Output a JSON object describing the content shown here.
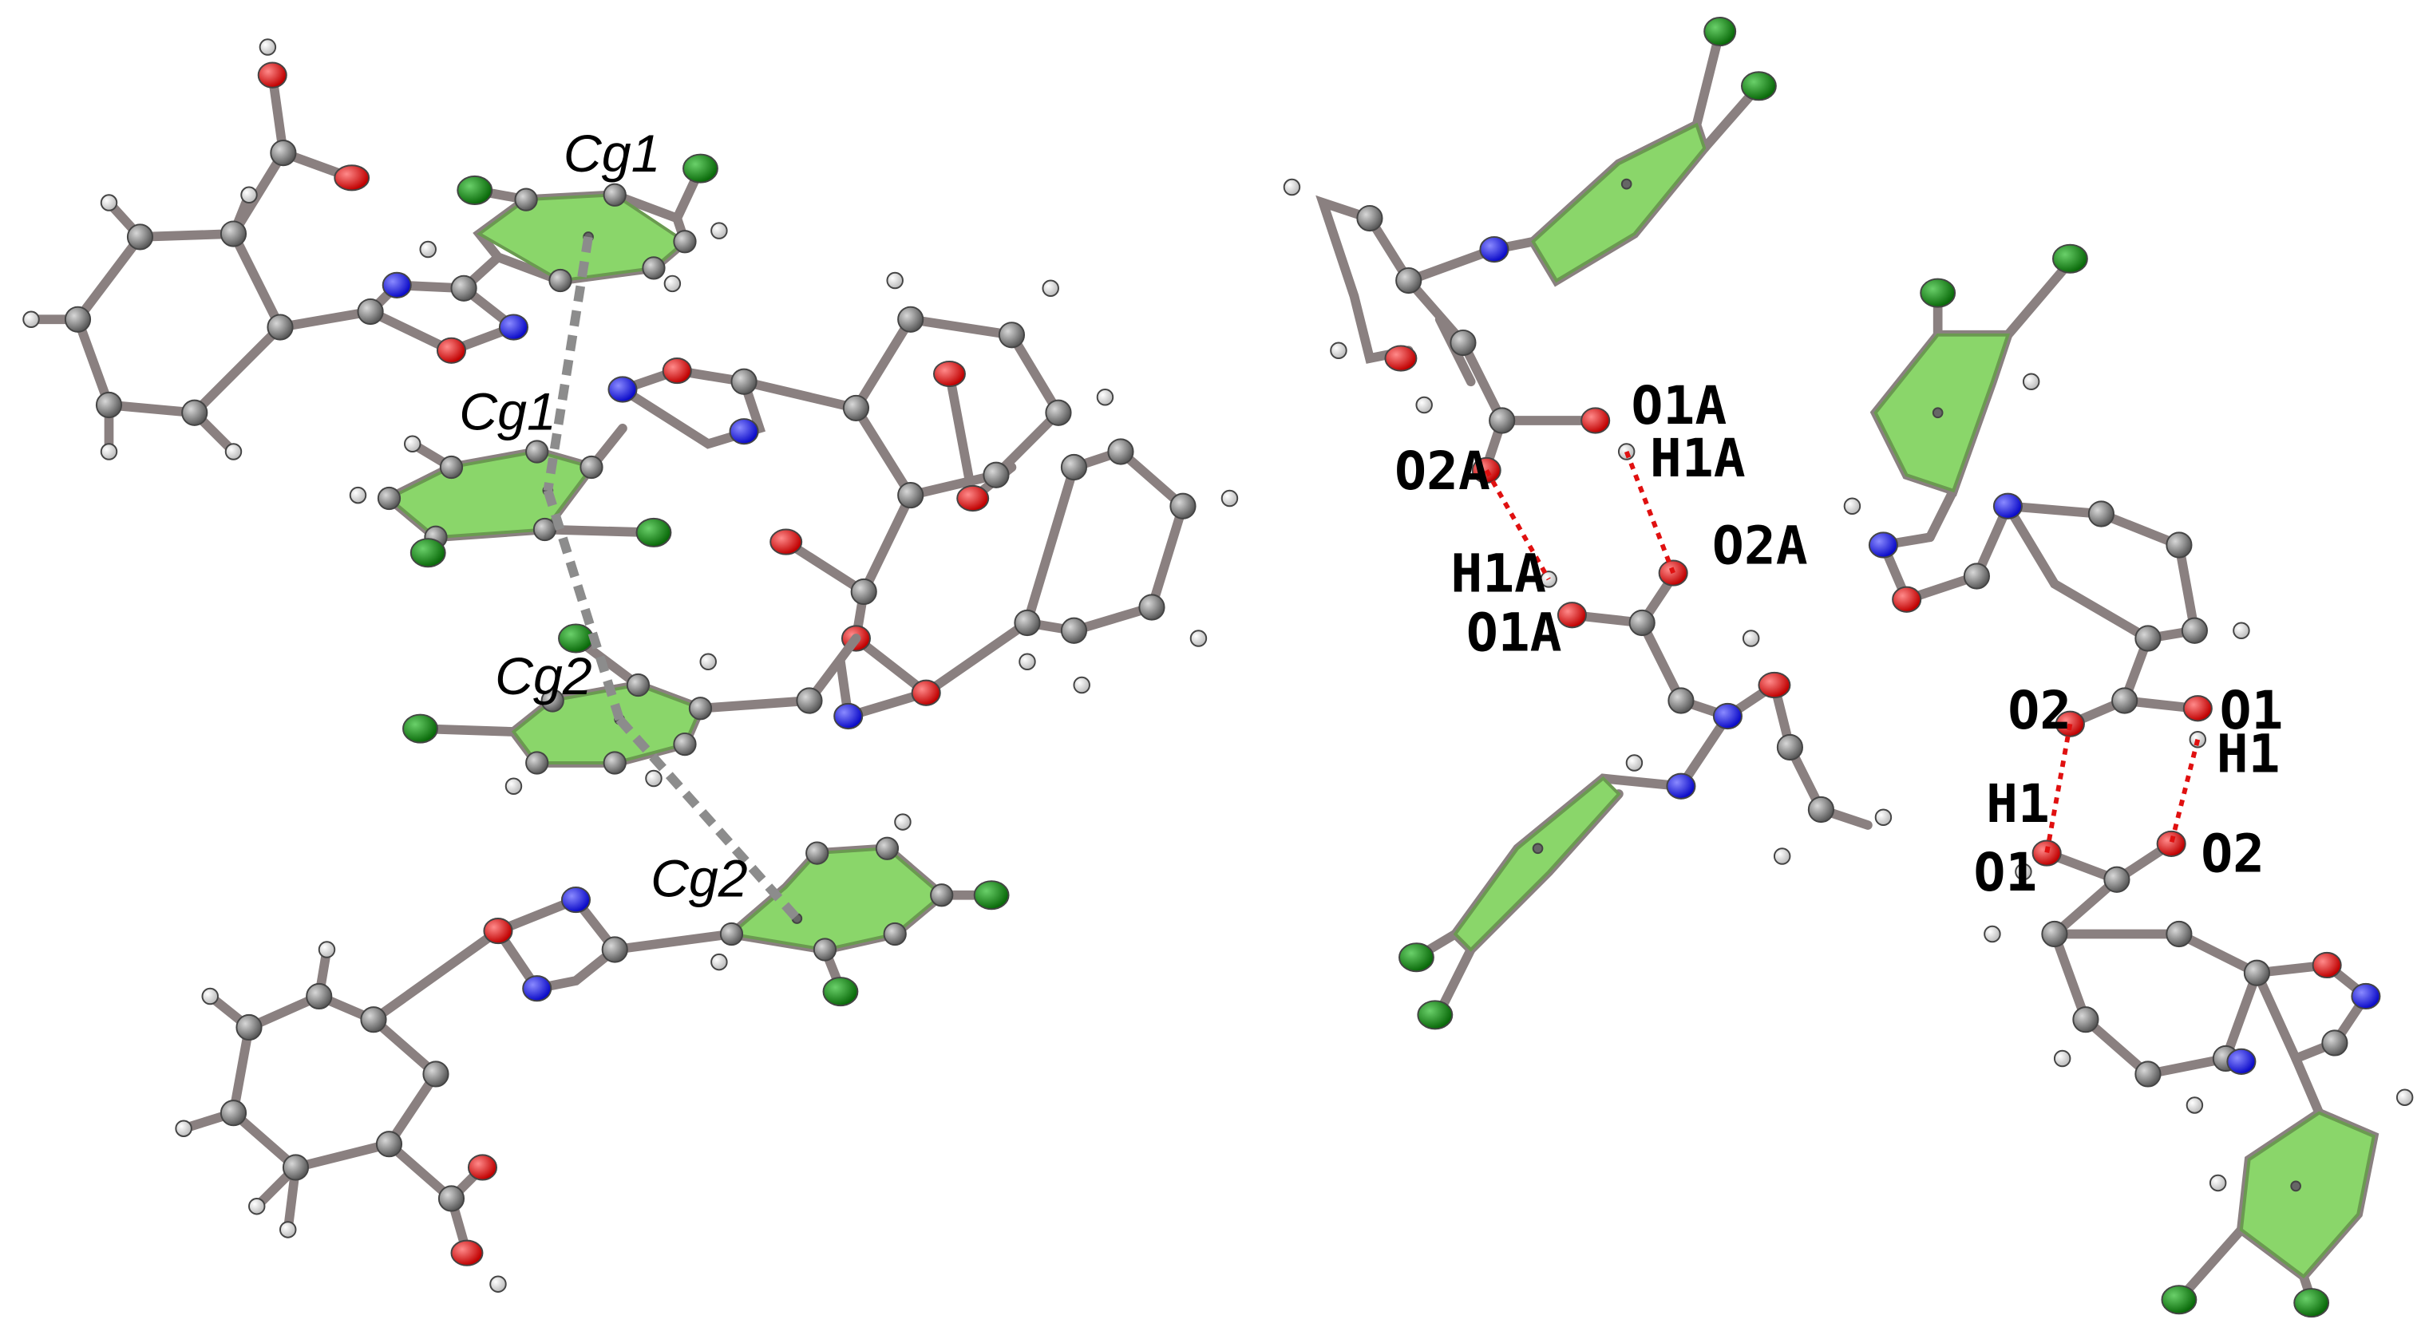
{
  "labels": {
    "cg1_top": "Cg1",
    "cg1_mid": "Cg1",
    "cg2_mid": "Cg2",
    "cg2_bot": "Cg2",
    "o1a_top": "O1A",
    "h1a_top": "H1A",
    "o2a_left": "O2A",
    "o2a_right": "O2A",
    "h1a_left": "H1A",
    "o1a_left": "O1A",
    "o2_upper": "O2",
    "o1_upper": "O1",
    "h1_upper": "H1",
    "h1_lower": "H1",
    "o1_lower": "O1",
    "o2_lower": "O2"
  },
  "colors": {
    "bond": "#8a8080",
    "carbon": "#7a7a7a",
    "oxygen": "#e01010",
    "nitrogen": "#1a1aee",
    "chlorine": "#0f8a0f",
    "hydrogen": "#f2f2f2",
    "ring_fill": "#8ad66a",
    "centroid_link": "#8c8c8c",
    "hbond": "#e01010"
  }
}
